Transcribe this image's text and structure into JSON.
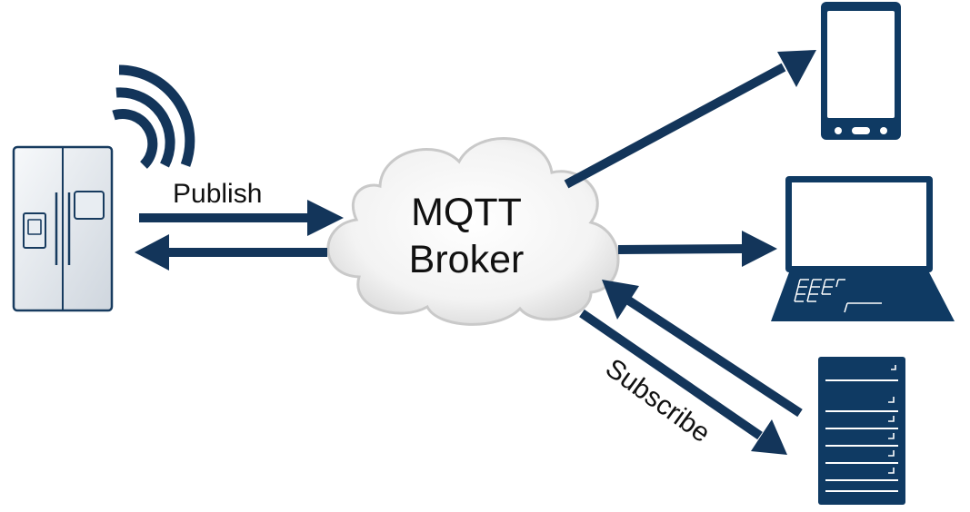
{
  "broker": {
    "line1": "MQTT",
    "line2": "Broker"
  },
  "labels": {
    "publish": "Publish",
    "subscribe": "Subscribe"
  },
  "devices": {
    "publisher": "refrigerator-icon",
    "subscribers": [
      "smartphone-icon",
      "laptop-icon",
      "server-icon"
    ]
  },
  "colors": {
    "arrow": "#13355a",
    "device": "#0f3a63",
    "cloud_edge": "#c9c9c9",
    "fridge_edge": "#173b5f"
  }
}
